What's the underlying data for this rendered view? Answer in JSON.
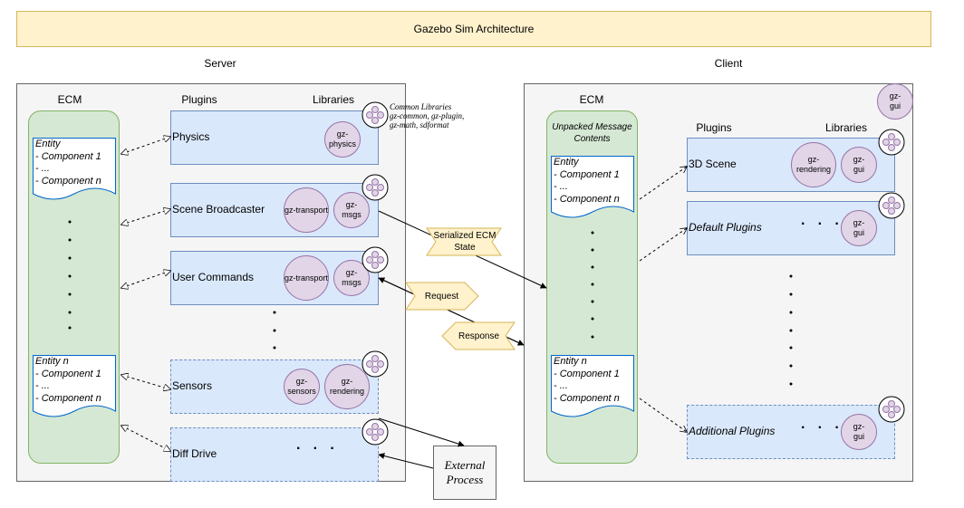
{
  "title": "Gazebo Sim Architecture",
  "server": {
    "label": "Server",
    "ecm_label": "ECM",
    "plugins_header": "Plugins",
    "libraries_header": "Libraries",
    "common_libraries_note": "Common Libraries\ngz-common, gz-plugin,\ngz-math, sdformat",
    "entity_first": "Entity\n- Component 1\n- ...\n- Component n",
    "entity_last": "Entity n\n- Component 1\n- ...\n- Component n",
    "plugins": [
      {
        "name": "Physics",
        "libraries": [
          "gz-\nphysics"
        ]
      },
      {
        "name": "Scene Broadcaster",
        "libraries": [
          "gz-transport",
          "gz-\nmsgs"
        ]
      },
      {
        "name": "User Commands",
        "libraries": [
          "gz-transport",
          "gz-\nmsgs"
        ]
      },
      {
        "name": "Sensors",
        "libraries": [
          "gz-\nsensors",
          "gz-\nrendering"
        ]
      },
      {
        "name": "Diff Drive",
        "libraries": []
      }
    ]
  },
  "client": {
    "label": "Client",
    "ecm_label": "ECM",
    "ecm_subtitle": "Unpacked Message\nContents",
    "plugins_header": "Plugins",
    "libraries_header": "Libraries",
    "gui_lib": "gz-\ngui",
    "entity_first": "Entity\n- Component 1\n- ...\n- Component n",
    "entity_last": "Entity n\n- Component 1\n- ...\n- Component n",
    "plugins": [
      {
        "name": "3D Scene",
        "libraries": [
          "gz-\nrendering",
          "gz-\ngui"
        ]
      },
      {
        "name": "Default Plugins",
        "libraries": [
          "gz-\ngui"
        ]
      },
      {
        "name": "Additional Plugins",
        "libraries": [
          "gz-\ngui"
        ]
      }
    ]
  },
  "messages": {
    "serialized": "Serialized ECM\nState",
    "request": "Request",
    "response": "Response"
  },
  "external_process": "External\nProcess",
  "icons": [
    "component-icon"
  ]
}
